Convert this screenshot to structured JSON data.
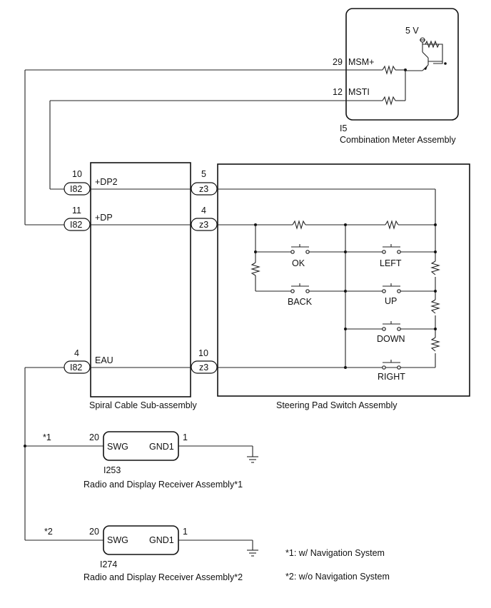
{
  "meter": {
    "supply": "5 V",
    "pins": [
      {
        "no": "29",
        "name": "MSM+"
      },
      {
        "no": "12",
        "name": "MSTI"
      }
    ],
    "code": "I5",
    "name": "Combination Meter Assembly"
  },
  "spiral": {
    "left_pins": [
      {
        "no": "10",
        "conn": "I82",
        "name": "+DP2"
      },
      {
        "no": "11",
        "conn": "I82",
        "name": "+DP"
      },
      {
        "no": "4",
        "conn": "I82",
        "name": "EAU"
      }
    ],
    "right_pins": [
      {
        "no": "5",
        "conn": "z3"
      },
      {
        "no": "4",
        "conn": "z3"
      },
      {
        "no": "10",
        "conn": "z3"
      }
    ],
    "name": "Spiral Cable Sub-assembly"
  },
  "steering": {
    "switches": [
      "OK",
      "LEFT",
      "BACK",
      "UP",
      "DOWN",
      "RIGHT"
    ],
    "name": "Steering Pad Switch Assembly"
  },
  "receiver1": {
    "mark": "*1",
    "pin_left_no": "20",
    "pin_left": "SWG",
    "pin_right": "GND1",
    "pin_right_no": "1",
    "code": "I253",
    "name": "Radio and Display Receiver Assembly*1"
  },
  "receiver2": {
    "mark": "*2",
    "pin_left_no": "20",
    "pin_left": "SWG",
    "pin_right": "GND1",
    "pin_right_no": "1",
    "code": "I274",
    "name": "Radio and Display Receiver Assembly*2"
  },
  "notes": [
    "*1: w/ Navigation System",
    "*2: w/o Navigation System"
  ]
}
